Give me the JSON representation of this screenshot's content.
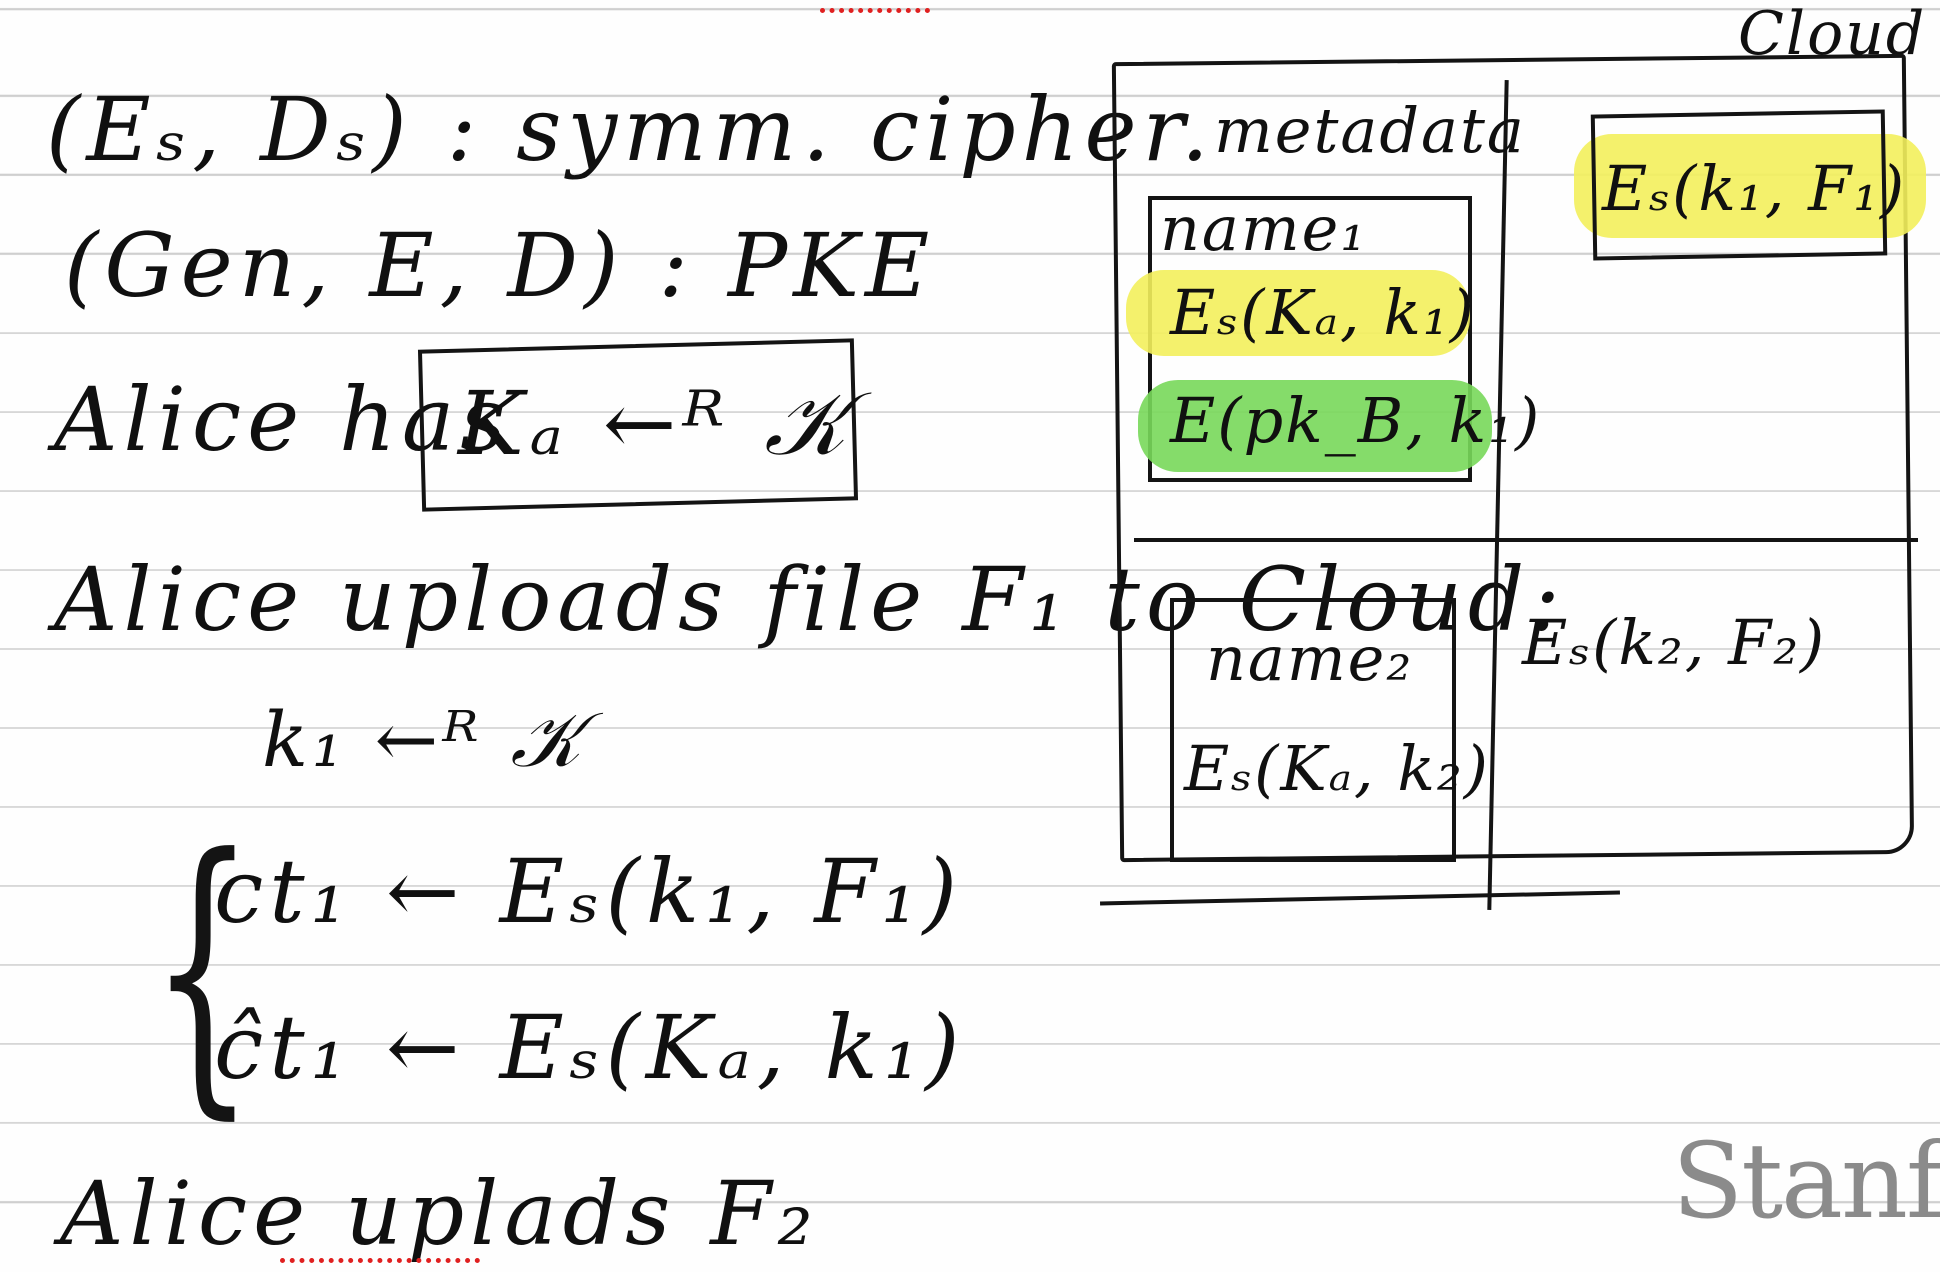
{
  "left_notes": {
    "line1": "(Eₛ, Dₛ) : symm. cipher.",
    "line2": "(Gen, E, D) : PKE",
    "line3_prefix": "Alice has",
    "line3_boxed": "Kₐ ←ᴿ 𝒦",
    "line4": "Alice uploads file F₁ to Cloud:",
    "line5": "k₁ ←ᴿ 𝒦",
    "line6": "ct₁ ← Eₛ(k₁, F₁)",
    "line7": "ĉt₁ ← Eₛ(Kₐ, k₁)",
    "line8": "Alice uplads F₂"
  },
  "cloud_diagram": {
    "title": "Cloud",
    "column_header": "metadata",
    "file1": {
      "name": "name₁",
      "entry1": "Eₛ(Kₐ, k₁)",
      "entry2": "E(pk_B, k₁)",
      "ciphertext": "Eₛ(k₁, F₁)"
    },
    "file2": {
      "name": "name₂",
      "entry1": "Eₛ(Kₐ, k₂)",
      "ciphertext": "Eₛ(k₂, F₂)"
    },
    "highlight_colors": {
      "yellow": "#f3f05c",
      "green": "#78d85a"
    }
  },
  "watermark": "Stanfo"
}
